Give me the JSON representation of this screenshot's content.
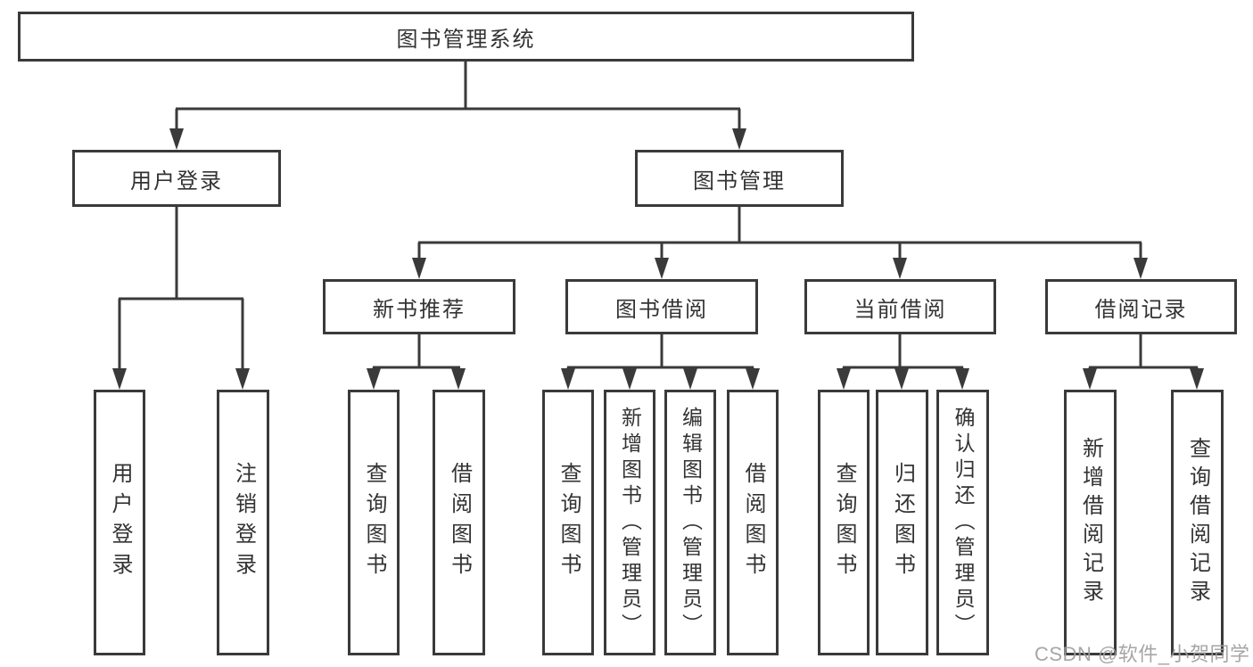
{
  "diagram": {
    "root": {
      "label": "图书管理系统"
    },
    "branches": [
      {
        "label": "用户登录",
        "children": [
          {
            "label": "用户登录"
          },
          {
            "label": "注销登录"
          }
        ]
      },
      {
        "label": "图书管理",
        "children": [
          {
            "label": "新书推荐",
            "children": [
              {
                "label": "查询图书"
              },
              {
                "label": "借阅图书"
              }
            ]
          },
          {
            "label": "图书借阅",
            "children": [
              {
                "label": "查询图书"
              },
              {
                "label": "新增图书（管理员）"
              },
              {
                "label": "编辑图书（管理员）"
              },
              {
                "label": "借阅图书"
              }
            ]
          },
          {
            "label": "当前借阅",
            "children": [
              {
                "label": "查询图书"
              },
              {
                "label": "归还图书"
              },
              {
                "label": "确认归还（管理员）"
              }
            ]
          },
          {
            "label": "借阅记录",
            "children": [
              {
                "label": "新增借阅记录"
              },
              {
                "label": "查询借阅记录"
              }
            ]
          }
        ]
      }
    ]
  },
  "watermark": {
    "text": "CSDN @软件_小贺同学"
  },
  "colors": {
    "line": "#3a3a3a",
    "text": "#333333",
    "watermark": "#9e9e9e",
    "background": "#ffffff"
  }
}
